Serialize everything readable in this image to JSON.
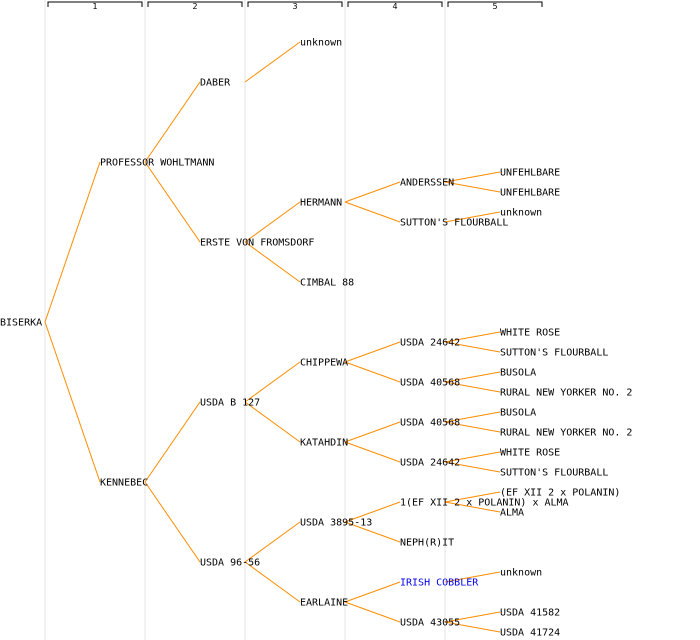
{
  "generations": [
    "1",
    "2",
    "3",
    "4",
    "5"
  ],
  "tree": {
    "label": "BISERKA",
    "children": [
      {
        "label": "PROFESSOR WOHLTMANN",
        "children": [
          {
            "label": "DABER",
            "children": [
              {
                "label": "unknown"
              }
            ]
          },
          {
            "label": "ERSTE VON FROMSDORF",
            "children": [
              {
                "label": "HERMANN",
                "children": [
                  {
                    "label": "ANDERSSEN",
                    "children": [
                      {
                        "label": "UNFEHLBARE"
                      },
                      {
                        "label": "UNFEHLBARE"
                      }
                    ]
                  },
                  {
                    "label": "SUTTON'S FLOURBALL",
                    "children": [
                      {
                        "label": "unknown"
                      }
                    ]
                  }
                ]
              },
              {
                "label": "CIMBAL 88"
              }
            ]
          }
        ]
      },
      {
        "label": "KENNEBEC",
        "children": [
          {
            "label": "USDA B 127",
            "children": [
              {
                "label": "CHIPPEWA",
                "children": [
                  {
                    "label": "USDA 24642",
                    "children": [
                      {
                        "label": "WHITE ROSE"
                      },
                      {
                        "label": "SUTTON'S FLOURBALL"
                      }
                    ]
                  },
                  {
                    "label": "USDA 40568",
                    "children": [
                      {
                        "label": "BUSOLA"
                      },
                      {
                        "label": "RURAL NEW YORKER NO. 2"
                      }
                    ]
                  }
                ]
              },
              {
                "label": "KATAHDIN",
                "children": [
                  {
                    "label": "USDA 40568",
                    "children": [
                      {
                        "label": "BUSOLA"
                      },
                      {
                        "label": "RURAL NEW YORKER NO. 2"
                      }
                    ]
                  },
                  {
                    "label": "USDA 24642",
                    "children": [
                      {
                        "label": "WHITE ROSE"
                      },
                      {
                        "label": "SUTTON'S FLOURBALL"
                      }
                    ]
                  }
                ]
              }
            ]
          },
          {
            "label": "USDA 96-56",
            "children": [
              {
                "label": "USDA 3895-13",
                "children": [
                  {
                    "label": "1(EF XII 2 x POLANIN) x ALMA",
                    "children": [
                      {
                        "label": "(EF XII 2 x POLANIN)"
                      },
                      {
                        "label": "ALMA"
                      }
                    ]
                  },
                  {
                    "label": "NEPH(R)IT"
                  }
                ]
              },
              {
                "label": "EARLAINE",
                "children": [
                  {
                    "label": "IRISH COBBLER",
                    "link": true,
                    "children": [
                      {
                        "label": "unknown"
                      }
                    ]
                  },
                  {
                    "label": "USDA 43055",
                    "children": [
                      {
                        "label": "USDA 41582"
                      },
                      {
                        "label": "USDA 41724"
                      }
                    ]
                  }
                ]
              }
            ]
          }
        ]
      }
    ]
  }
}
